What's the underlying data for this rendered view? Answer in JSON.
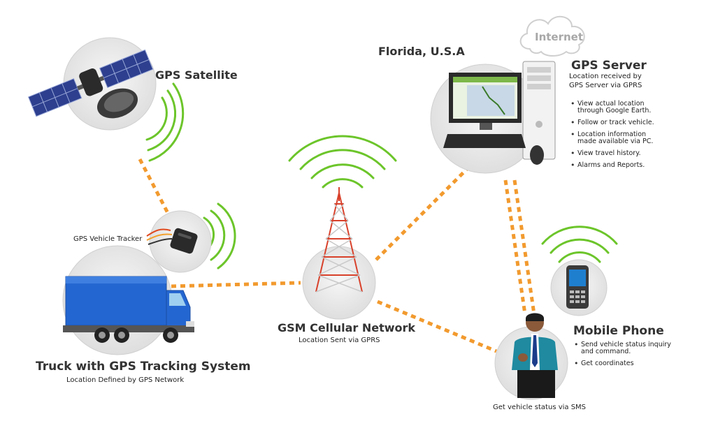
{
  "location_label": "Florida, U.S.A",
  "cloud_label": "Internet",
  "satellite": {
    "title": "GPS Satellite"
  },
  "tracker": {
    "label": "GPS Vehicle Tracker"
  },
  "truck": {
    "title": "Truck with GPS Tracking System",
    "subtitle": "Location Defined by GPS Network"
  },
  "gsm": {
    "title": "GSM Cellular Network",
    "subtitle": "Location Sent via GPRS"
  },
  "server": {
    "title": "GPS Server",
    "subtitle_line1": "Location received by",
    "subtitle_line2": "GPS Server via GPRS",
    "bullets": [
      "View actual location\nthrough Google Earth.",
      "Follow or track vehicle.",
      "Location information\nmade available via PC.",
      "View travel history.",
      "Alarms and Reports."
    ]
  },
  "phone": {
    "title": "Mobile Phone",
    "bullets": [
      "Send vehicle status inquiry\nand command.",
      "Get coordinates"
    ]
  },
  "person": {
    "caption": "Get vehicle status via SMS"
  },
  "colors": {
    "signal_green": "#6cc52a",
    "link_orange": "#f29a2e",
    "circle_gray": "#e6e6e6",
    "tower_red": "#d8412b",
    "truck_blue": "#1f5fc4"
  }
}
